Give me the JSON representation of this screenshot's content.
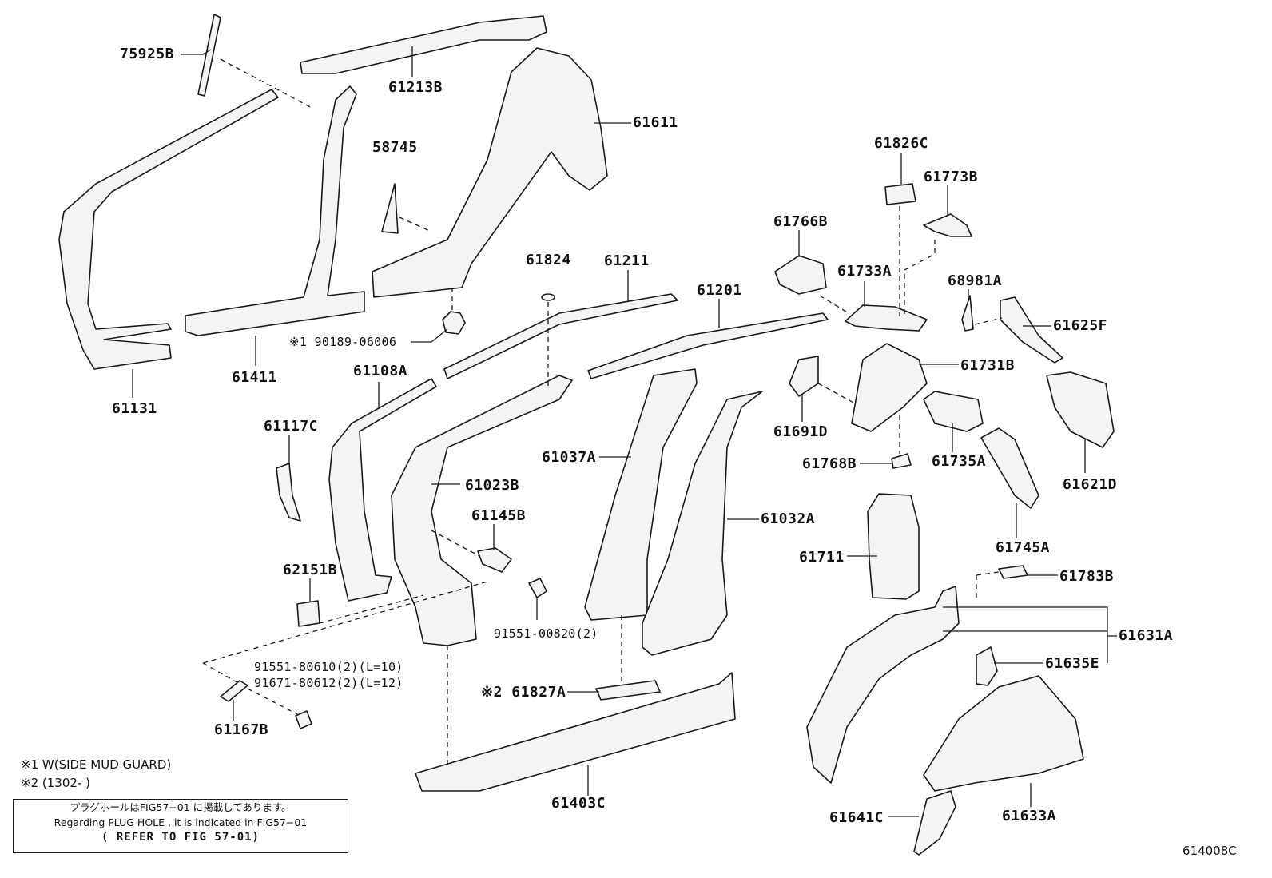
{
  "labels": {
    "p75925B": "75925B",
    "p61213B": "61213B",
    "p61611": "61611",
    "p58745": "58745",
    "p61826C": "61826C",
    "p61773B": "61773B",
    "p61766B": "61766B",
    "p61733A": "61733A",
    "p68981A": "68981A",
    "p61625F": "61625F",
    "p61824": "61824",
    "p61211": "61211",
    "p61201": "61201",
    "p90189": "※1 90189-06006",
    "p61411": "61411",
    "p61131": "61131",
    "p61108A": "61108A",
    "p61731B": "61731B",
    "p61117C": "61117C",
    "p61691D": "61691D",
    "p61768B": "61768B",
    "p61735A": "61735A",
    "p61621D": "61621D",
    "p61037A": "61037A",
    "p61023B": "61023B",
    "p61145B": "61145B",
    "p61032A": "61032A",
    "p61711": "61711",
    "p61745A": "61745A",
    "p62151B": "62151B",
    "p61783B": "61783B",
    "p91551_00820": "91551-00820(2)",
    "p61631A": "61631A",
    "p91551_80610": "91551-80610(2)(L=10)",
    "p91671_80612": "91671-80612(2)(L=12)",
    "p61635E": "61635E",
    "p61827A": "※2 61827A",
    "p61167B": "61167B",
    "p61403C": "61403C",
    "p61641C": "61641C",
    "p61633A": "61633A"
  },
  "notes": {
    "note1": "※1 W(SIDE MUD GUARD)",
    "note2": "※2 (1302-        )"
  },
  "plug_box": {
    "jp": "プラグホールはFIG57−01 に掲載してあります。",
    "en": "Regarding  PLUG HOLE , it is indicated in FIG57−01",
    "refer": "( REFER TO FIG 57-01)"
  },
  "figure_code": "614008C"
}
